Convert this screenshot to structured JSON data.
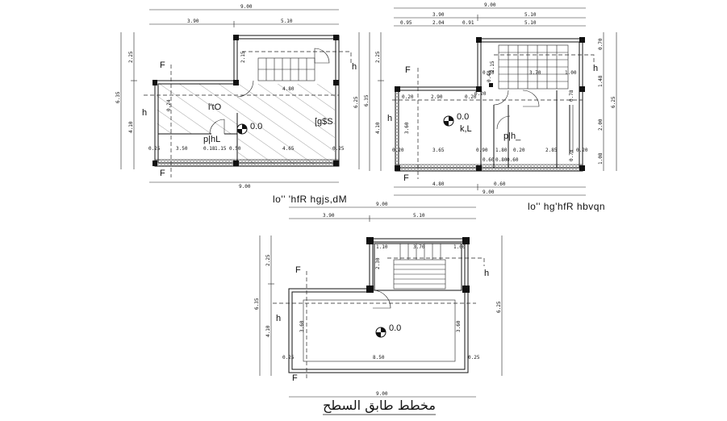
{
  "plan_top_left": {
    "dims_top": [
      "9.00",
      "3.90",
      "5.10"
    ],
    "dims_left": [
      "2.25",
      "4.10",
      "6.35"
    ],
    "dims_right": [
      "6.25"
    ],
    "dims_bottom": [
      "9.00"
    ],
    "rooms": [
      "l'tO",
      "p|hL",
      "[g$S"
    ],
    "inner_dims": [
      "0.25",
      "3.50",
      "0.18",
      "1.15",
      "0.50",
      "4.65",
      "0.25",
      "4.80",
      "0.24",
      "2.15"
    ],
    "level": "0.0",
    "section_marks": [
      "F",
      "F",
      "h",
      "h"
    ],
    "caption": "lo''  'hfR  hgjs,dM"
  },
  "plan_top_right": {
    "dims_top": [
      "9.00",
      "3.90",
      "5.10",
      "0.95",
      "2.04",
      "0.91",
      "5.10"
    ],
    "dims_left": [
      "2.25",
      "4.10",
      "6.35"
    ],
    "dims_right": [
      "0.70",
      "1.48",
      "2.00",
      "1.08",
      "6.25"
    ],
    "dims_bottom": [
      "4.80",
      "0.60",
      "9.00"
    ],
    "rooms": [
      "k,L",
      "p|h_"
    ],
    "inner_dims": [
      "0.20",
      "2.90",
      "0.20",
      "3.60",
      "0.20",
      "3.65",
      "0.90",
      "1.80",
      "0.20",
      "2.85",
      "0.20",
      "3.70",
      "1.00",
      "0.40",
      "0.60",
      "0.80",
      "0.60",
      "0.78",
      "0.78",
      "0.20",
      "2.15",
      "0.10"
    ],
    "level": "0.0",
    "section_marks": [
      "F",
      "F",
      "h",
      "h"
    ],
    "caption": "lo''  hg'hfR  hbvqn"
  },
  "plan_bottom": {
    "dims_top": [
      "9.00",
      "3.90",
      "5.10"
    ],
    "dims_left": [
      "2.25",
      "4.10",
      "6.35"
    ],
    "dims_right": [
      "6.25"
    ],
    "dims_bottom": [
      "9.00"
    ],
    "inner_dims": [
      "1.10",
      "3.70",
      "1.00",
      "2.30",
      "3.60",
      "3.60",
      "0.25",
      "8.50",
      "0.25"
    ],
    "level": "0.0",
    "section_marks": [
      "F",
      "F",
      "h",
      "h"
    ],
    "caption": "مخطط طابق السطح"
  }
}
